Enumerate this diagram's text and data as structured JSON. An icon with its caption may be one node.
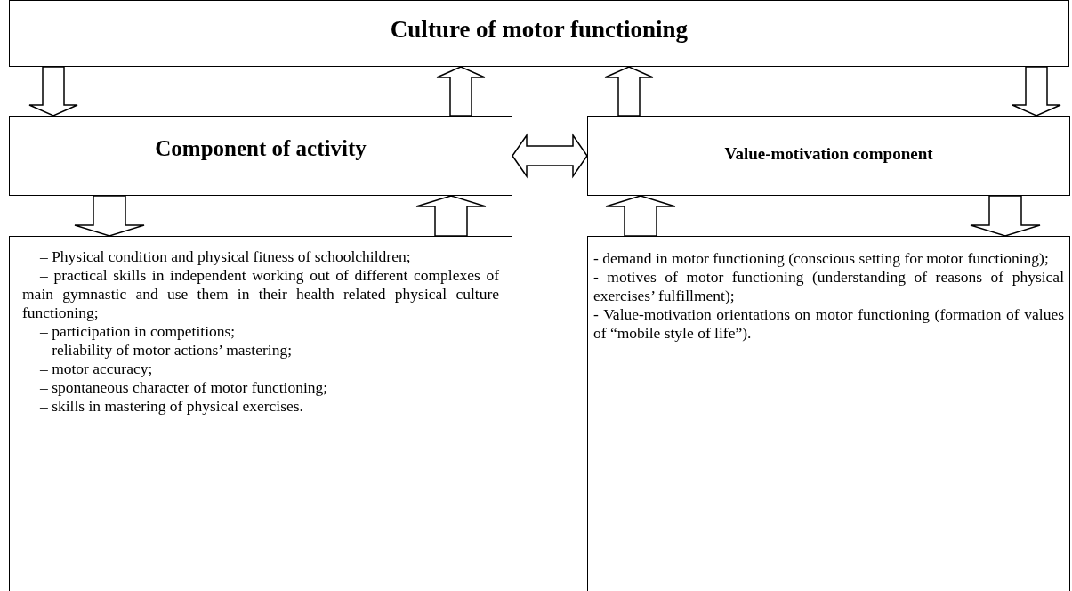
{
  "diagram": {
    "nodes": [
      {
        "text": [
          "Culture of motor functioning"
        ]
      },
      {
        "text": [
          "Component of activity"
        ]
      },
      {
        "text": [
          "Value-motivation component"
        ]
      },
      {
        "text": [
          "– Physical condition and physical fitness of schoolchildren;",
          "– practical skills in independent working out of different complexes of main gymnastic and use them in their health related physical culture functioning;",
          "– participation in competitions;",
          "– reliability of motor actions’ mastering;",
          "– motor accuracy;",
          "– spontaneous character of motor functioning;",
          "– skills in mastering of physical exercises."
        ]
      },
      {
        "text": [
          "- demand in motor functioning (conscious setting for motor functioning);",
          "- motives of motor functioning (understanding of reasons of physical exercises’ fulfillment);",
          "- Value-motivation orientations on motor functioning (formation of values of “mobile style of life”)."
        ]
      }
    ],
    "edges": [
      {
        "from": 0,
        "to": 1,
        "arrow": "to"
      },
      {
        "from": 1,
        "to": 0,
        "arrow": "to"
      },
      {
        "from": 2,
        "to": 0,
        "arrow": "to"
      },
      {
        "from": 0,
        "to": 2,
        "arrow": "to"
      },
      {
        "from": 1,
        "to": 2,
        "arrow": "both"
      },
      {
        "from": 1,
        "to": 3,
        "arrow": "to"
      },
      {
        "from": 3,
        "to": 1,
        "arrow": "to"
      },
      {
        "from": 4,
        "to": 2,
        "arrow": "to"
      },
      {
        "from": 2,
        "to": 4,
        "arrow": "to"
      }
    ]
  }
}
